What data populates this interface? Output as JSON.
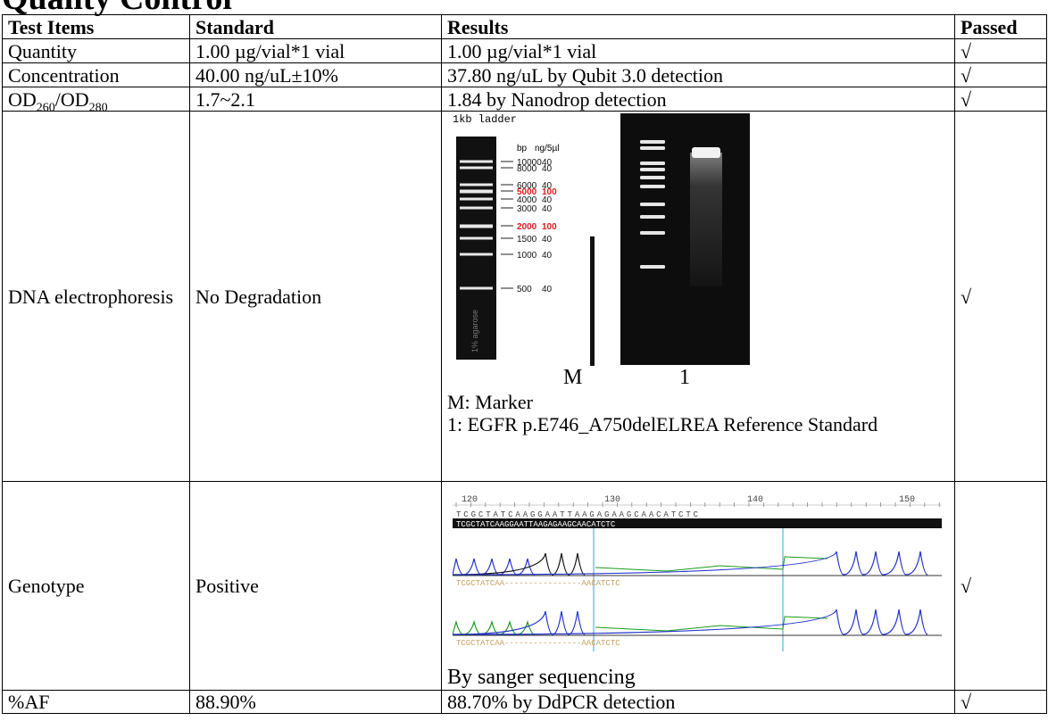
{
  "title": "Quality Control",
  "headers": {
    "item": "Test Items",
    "standard": "Standard",
    "results": "Results",
    "passed": "Passed"
  },
  "rows": [
    {
      "item": "Quantity",
      "standard": "1.00 µg/vial*1 vial",
      "result": "1.00 µg/vial*1 vial",
      "passed": "√"
    },
    {
      "item": "Concentration",
      "standard": "40.00 ng/uL±10%",
      "result": "37.80 ng/uL by Qubit 3.0 detection",
      "passed": "√"
    },
    {
      "item_od": "OD",
      "item_sub1": "260",
      "item_slash": "/OD",
      "item_sub2": "280",
      "standard": "1.7~2.1",
      "result": "1.84 by Nanodrop detection",
      "passed": "√"
    },
    {
      "item": "DNA electrophoresis",
      "standard": "No Degradation",
      "passed": "√"
    },
    {
      "item": "Genotype",
      "standard": "Positive",
      "passed": "√"
    },
    {
      "item": "%AF",
      "standard": "88.90%",
      "result": "88.70% by DdPCR detection",
      "passed": "√"
    }
  ],
  "gel": {
    "ladder_title": "1kb ladder",
    "col_bp": "bp",
    "col_ng": "ng/5µl",
    "bands": [
      {
        "bp": "10000",
        "ng": "40",
        "highlight": false
      },
      {
        "bp": "8000",
        "ng": "40",
        "highlight": false
      },
      {
        "bp": "6000",
        "ng": "40",
        "highlight": false
      },
      {
        "bp": "5000",
        "ng": "100",
        "highlight": true
      },
      {
        "bp": "4000",
        "ng": "40",
        "highlight": false
      },
      {
        "bp": "3000",
        "ng": "40",
        "highlight": false
      },
      {
        "bp": "2000",
        "ng": "100",
        "highlight": true
      },
      {
        "bp": "1500",
        "ng": "40",
        "highlight": false
      },
      {
        "bp": "1000",
        "ng": "40",
        "highlight": false
      },
      {
        "bp": "500",
        "ng": "40",
        "highlight": false
      }
    ],
    "agarose": "1% agarose",
    "lane_m": "M",
    "lane_1": "1",
    "legend_m": "M: Marker",
    "legend_1": "1: EGFR p.E746_A750delELREA Reference Standard"
  },
  "sanger": {
    "ruler": [
      "120",
      "130",
      "140",
      "150"
    ],
    "ref_seq": "TCGCTATCAAGGAATTAAGAGAAGCAACATCTC",
    "read1": "TCGCTATCAA----------------AACATCTC",
    "read2": "TCGCTATCAA----------------AACATCTC",
    "caption": "By sanger sequencing"
  },
  "colors": {
    "highlight": "#d81e1e",
    "gel_bg": "#0d0d0d",
    "trace_green": "#1a9a1a",
    "trace_blue": "#2233cc",
    "trace_red": "#cc2222",
    "trace_black": "#111111"
  }
}
